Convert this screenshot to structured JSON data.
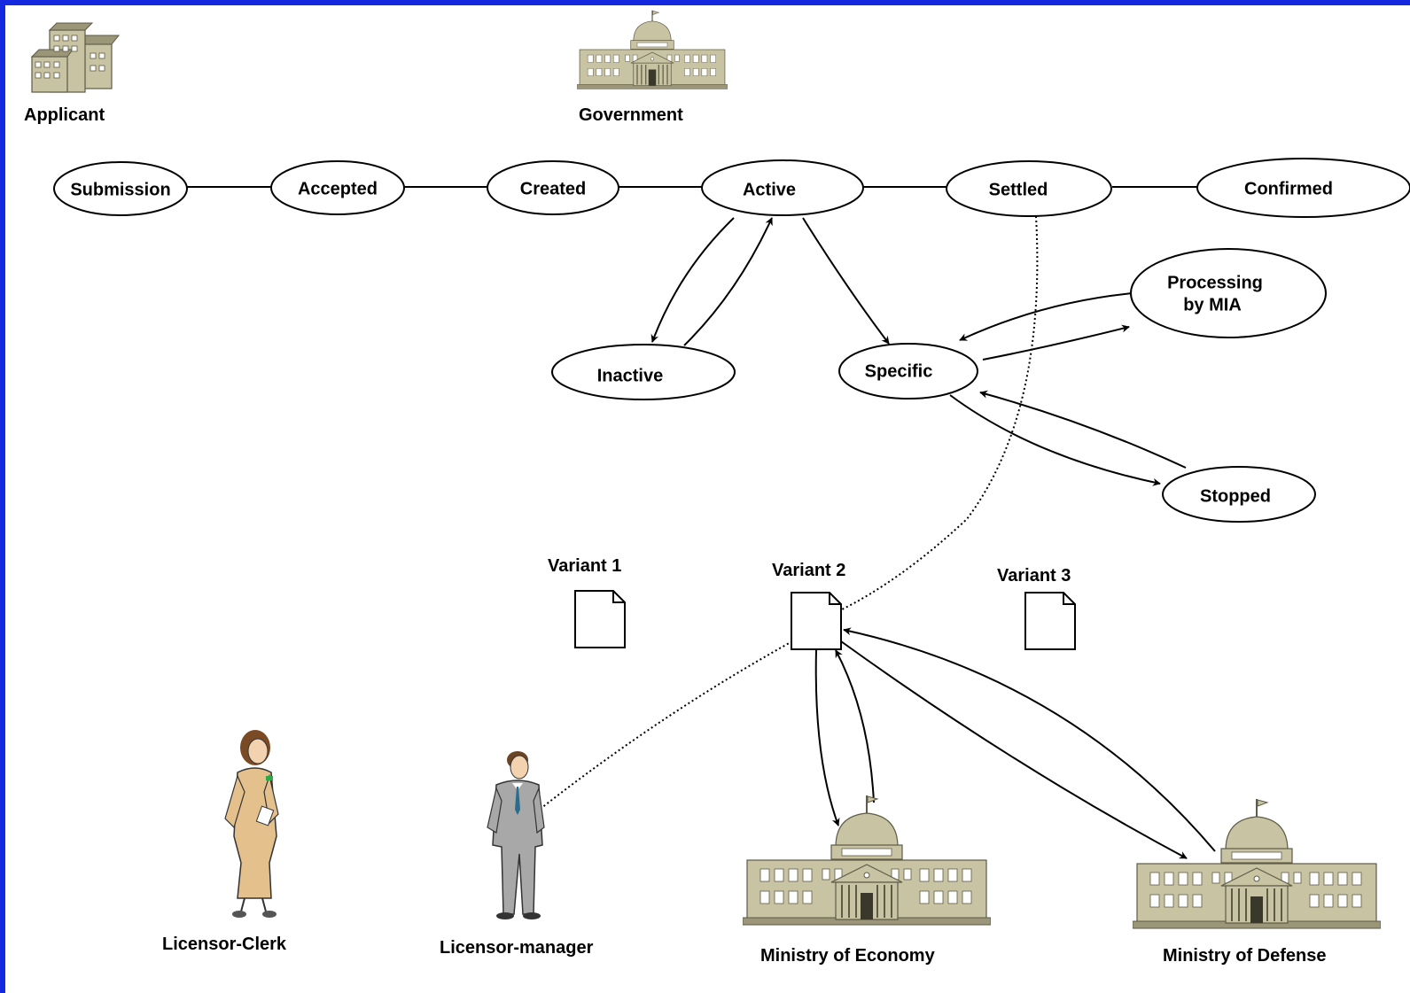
{
  "actors": {
    "applicant": "Applicant",
    "government": "Government",
    "licensor_clerk": "Licensor-Clerk",
    "licensor_manager": "Licensor-manager",
    "ministry_economy": "Ministry of Economy",
    "ministry_defense": "Ministry of Defense"
  },
  "states": {
    "submission": "Submission",
    "accepted": "Accepted",
    "created": "Created",
    "active": "Active",
    "settled": "Settled",
    "confirmed": "Confirmed",
    "inactive": "Inactive",
    "specific": "Specific",
    "processing_line1": "Processing",
    "processing_line2": "by MIA",
    "stopped": "Stopped"
  },
  "documents": {
    "variant1": "Variant 1",
    "variant2": "Variant 2",
    "variant3": "Variant 3"
  },
  "colors": {
    "frame": "#1428e0",
    "canvas": "#ffffff",
    "building": "#c8c3a2"
  },
  "icons": {
    "applicant": "office-building-icon",
    "government": "capitol-building-icon",
    "clerk": "woman-clerk-icon",
    "manager": "man-manager-icon",
    "document": "document-icon"
  }
}
